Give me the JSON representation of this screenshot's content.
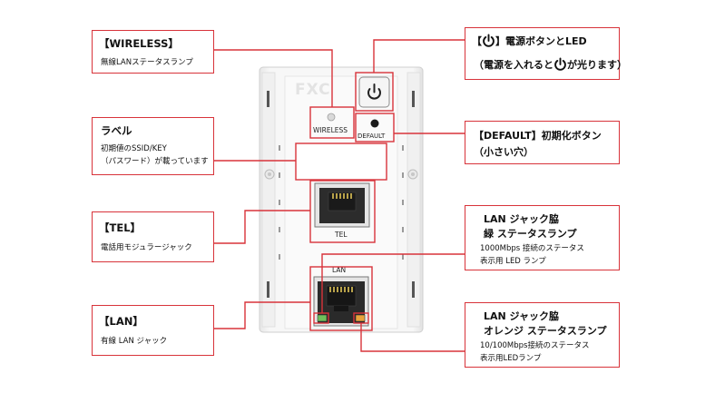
{
  "device": {
    "logo_text": "FXC",
    "wireless_label": "WIRELESS",
    "default_label": "DEFAULT",
    "tel_label": "TEL",
    "lan_label": "LAN"
  },
  "callouts": {
    "wireless": {
      "title": "【WIRELESS】",
      "desc": "無線LANステータスランプ"
    },
    "label": {
      "title": "ラベル",
      "desc1": "初期値のSSID/KEY",
      "desc2": "（パスワード）が載っています"
    },
    "tel": {
      "title": "【TEL】",
      "desc": "電話用モジュラージャック"
    },
    "lan": {
      "title": "【LAN】",
      "desc": "有線 LAN ジャック"
    },
    "power": {
      "line1_bracket_open": "【",
      "line1_rest": "】電源ボタンとLED",
      "line2_pre": "（電源を入れると",
      "line2_post": "が光ります）",
      "power_icon": "power-symbol"
    },
    "default": {
      "line1": "【DEFAULT】初期化ボタン",
      "line2": "（小さい穴）"
    },
    "lan_green": {
      "title1": "LAN ジャック脇",
      "title2": "緑 ステータスランプ",
      "desc1": "1000Mbps 接続のステータス",
      "desc2": "表示用 LED ランプ"
    },
    "lan_orange": {
      "title1": "LAN ジャック脇",
      "title2": "オレンジ ステータスランプ",
      "desc1": "10/100Mbps接続のステータス",
      "desc2": "表示用LEDランプ"
    }
  },
  "colors": {
    "accent_red": "#d8333a",
    "device_body": "#f3f3f3",
    "green_led": "#6fbe5a",
    "orange_led": "#e9a23b"
  }
}
